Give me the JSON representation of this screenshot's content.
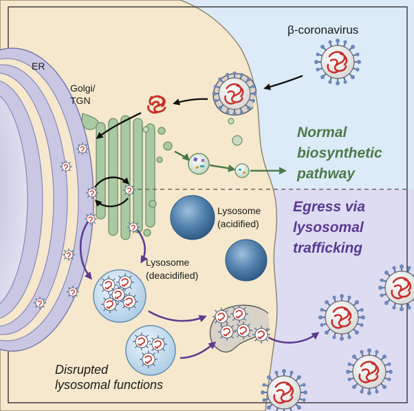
{
  "labels": {
    "virus": "β-coronavirus",
    "er": "ER",
    "golgi_line1": "Golgi/",
    "golgi_line2": "TGN",
    "normal_line1": "Normal",
    "normal_line2": "biosynthetic",
    "normal_line3": "pathway",
    "lyso_acid_line1": "Lysosome",
    "lyso_acid_line2": "(acidified)",
    "egress_line1": "Egress via",
    "egress_line2": "lysosomal",
    "egress_line3": "trafficking",
    "lyso_deacid_line1": "Lysosome",
    "lyso_deacid_line2": "(deacidified)",
    "disrupted_line1": "Disrupted",
    "disrupted_line2": "lysosomal functions"
  },
  "colors": {
    "cytoplasm": "#f5e8cc",
    "outside_top": "#dcebf7",
    "outside_bottom": "#dedcf2",
    "nucleus": "#cfcde6",
    "er": "#c9c7e3",
    "golgi": "#a9c9a3",
    "lysosome": "#4a7aa6",
    "virus_red": "#c8302a",
    "spike": "#5a74a8",
    "normal_arrow": "#4c7a4a",
    "egress_arrow": "#5a3a92"
  }
}
